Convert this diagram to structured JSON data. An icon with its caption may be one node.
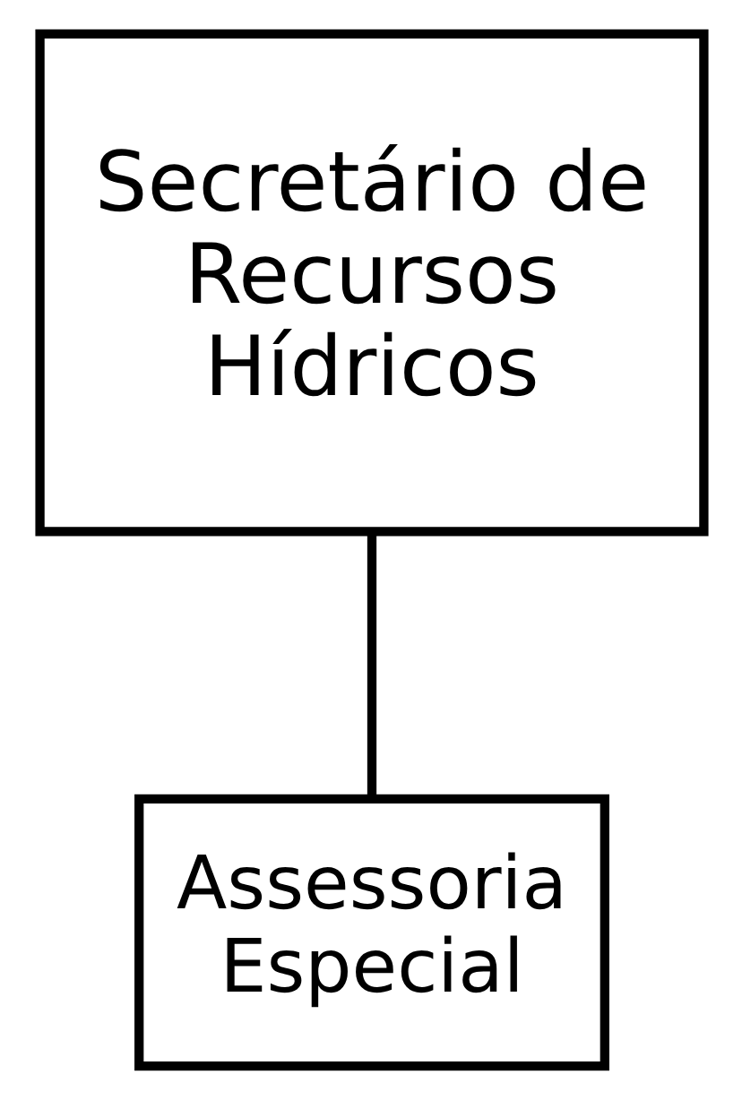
{
  "diagram": {
    "nodes": [
      {
        "text": [
          "Secretário de Recursos Hídricos"
        ]
      },
      {
        "text": [
          "Assessoria Especial"
        ]
      }
    ],
    "edges": [
      {
        "from": 0,
        "to": 1,
        "arrow": "none"
      }
    ]
  }
}
